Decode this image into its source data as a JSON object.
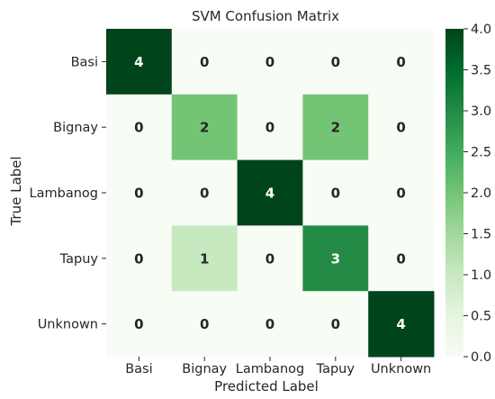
{
  "chart_data": {
    "type": "heatmap",
    "title": "SVM Confusion Matrix",
    "xlabel": "Predicted Label",
    "ylabel": "True Label",
    "x_categories": [
      "Basi",
      "Bignay",
      "Lambanog",
      "Tapuy",
      "Unknown"
    ],
    "y_categories": [
      "Basi",
      "Bignay",
      "Lambanog",
      "Tapuy",
      "Unknown"
    ],
    "values": [
      [
        4,
        0,
        0,
        0,
        0
      ],
      [
        0,
        2,
        0,
        2,
        0
      ],
      [
        0,
        0,
        4,
        0,
        0
      ],
      [
        0,
        1,
        0,
        3,
        0
      ],
      [
        0,
        0,
        0,
        0,
        4
      ]
    ],
    "colorbar": {
      "min": 0.0,
      "max": 4.0,
      "ticks": [
        "0.0",
        "0.5",
        "1.0",
        "1.5",
        "2.0",
        "2.5",
        "3.0",
        "3.5",
        "4.0"
      ]
    },
    "colormap": "Greens",
    "colors": {
      "low": "#f7fcf5",
      "high": "#00441b",
      "text_dark": "#262626",
      "text_light": "#ffffff"
    }
  }
}
